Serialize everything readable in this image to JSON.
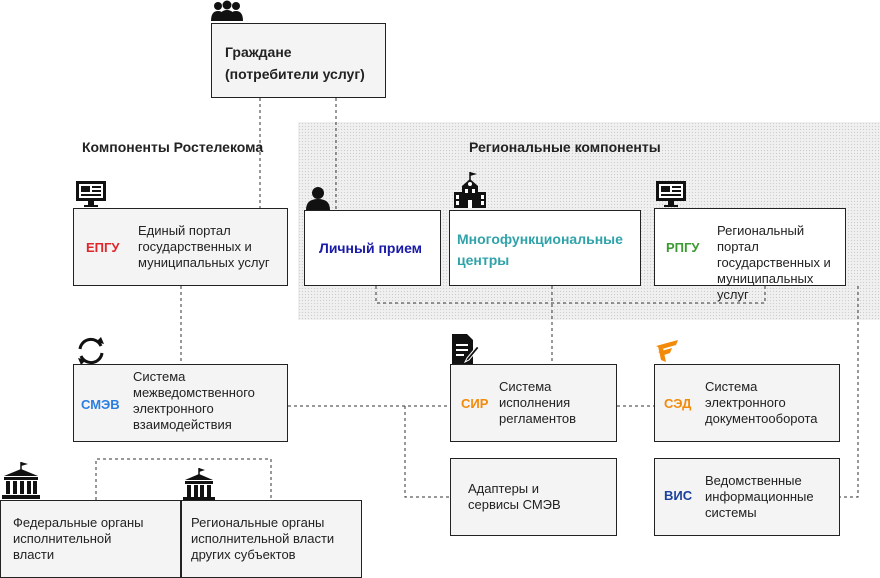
{
  "headings": {
    "rostelecom": "Компоненты Ростелекома",
    "regional": "Региональные компоненты"
  },
  "colors": {
    "epgu": "#e0262b",
    "smev": "#2a7de1",
    "lichny": "#1a1aa8",
    "mfc": "#2fa3a9",
    "rpgu": "#3a9a2f",
    "sir": "#f28a0a",
    "sed": "#f28a0a",
    "vis": "#1a3f9e"
  },
  "boxes": {
    "citizens": {
      "line1": "Граждане",
      "line2": "(потребители услуг)"
    },
    "epgu": {
      "abbr": "ЕПГУ",
      "line1": "Единый портал",
      "line2": "государственных и",
      "line3": "муниципальных услуг"
    },
    "lichny": {
      "label": "Личный прием"
    },
    "mfc": {
      "line1": "Многофункциональные",
      "line2": "центры"
    },
    "rpgu": {
      "abbr": "РПГУ",
      "line1": "Региональный портал",
      "line2": "государственных и",
      "line3": "муниципальных услуг"
    },
    "smev": {
      "abbr": "СМЭВ",
      "line1": "Система",
      "line2": "межведомственного",
      "line3": "электронного",
      "line4": "взаимодействия"
    },
    "sir": {
      "abbr": "СИР",
      "line1": "Система",
      "line2": "исполнения",
      "line3": "регламентов"
    },
    "sed": {
      "abbr": "СЭД",
      "line1": "Система",
      "line2": "электронного",
      "line3": "документооборота"
    },
    "adapters": {
      "line1": "Адаптеры и",
      "line2": "сервисы СМЭВ"
    },
    "vis": {
      "abbr": "ВИС",
      "line1": "Ведомственные",
      "line2": "информационные",
      "line3": "системы"
    },
    "federal": {
      "line1": "Федеральные органы",
      "line2": "исполнительной",
      "line3": "власти"
    },
    "regional_org": {
      "line1": "Региональные органы",
      "line2": "исполнительной власти",
      "line3": "других субъектов"
    }
  },
  "icons": [
    "people-icon",
    "monitor-icon",
    "person-icon",
    "school-building-icon",
    "sync-arrows-icon",
    "document-pen-icon",
    "sed-logo-icon",
    "government-building-icon"
  ]
}
